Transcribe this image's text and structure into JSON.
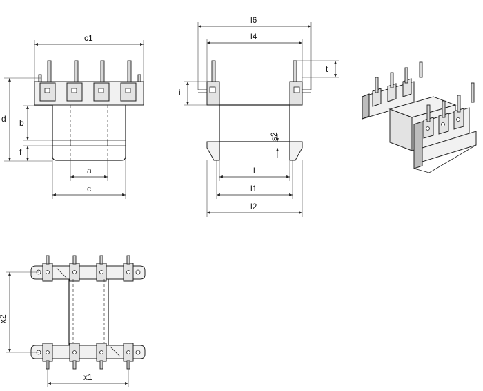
{
  "labels": {
    "c1": "c1",
    "d": "d",
    "b": "b",
    "f": "f",
    "a": "a",
    "c": "c",
    "l6": "l6",
    "l4": "l4",
    "t": "t",
    "i": "i",
    "s2": "s2",
    "l": "l",
    "l1": "l1",
    "l2": "l2",
    "x2": "x2",
    "x1": "x1"
  }
}
